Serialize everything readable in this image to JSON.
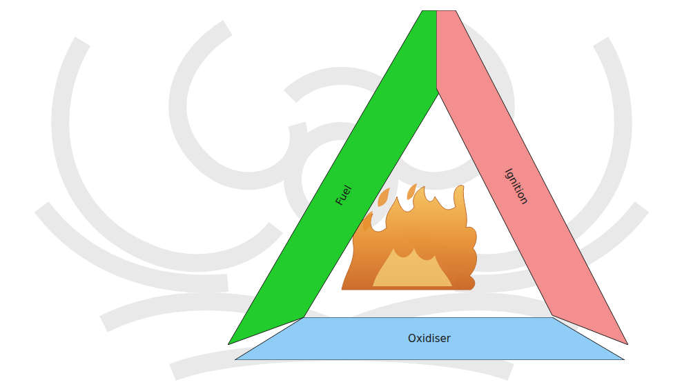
{
  "diagram": {
    "nodes": [
      {
        "text": [
          "Fuel"
        ]
      },
      {
        "text": [
          "Ignition"
        ]
      },
      {
        "text": [
          "Oxidiser"
        ]
      }
    ]
  }
}
